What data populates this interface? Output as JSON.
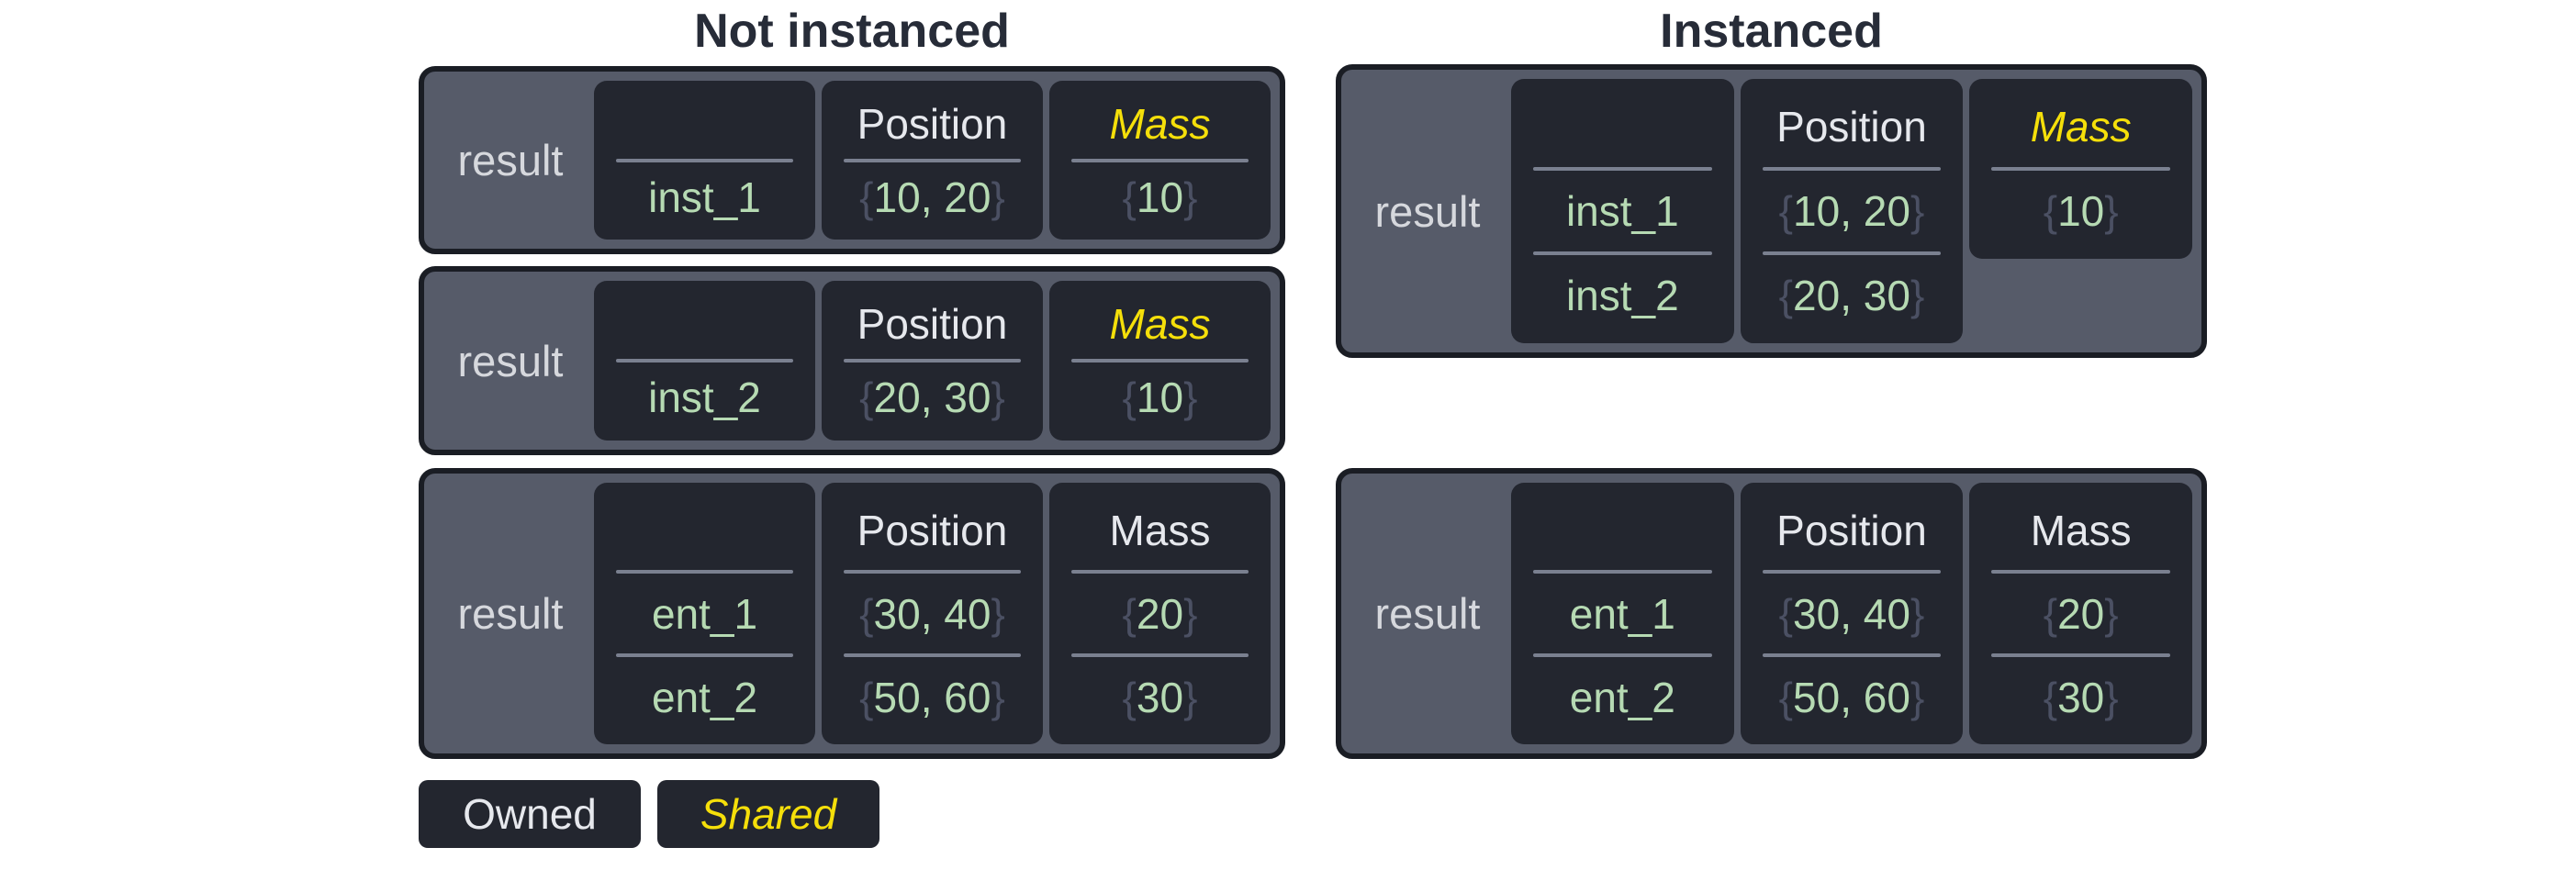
{
  "titles": {
    "not_instanced": "Not instanced",
    "instanced": "Instanced"
  },
  "syntax": {
    "brace_open": "{",
    "brace_close": "}"
  },
  "legend": {
    "owned_label": "Owned",
    "shared_label": "Shared"
  },
  "colors": {
    "page_background": "#ffffff",
    "table_background": "#565b69",
    "table_border": "#1a1d24",
    "cell_background": "#23262f",
    "divider": "#7a8090",
    "header_text": "#e6e8ed",
    "row_label_text": "#d6d8dd",
    "owned_value_green": "#b6dab3",
    "brace_gray": "#4b5063",
    "shared_yellow": "#f5df0a",
    "title_text": "#272c38"
  },
  "tables": {
    "nt1": {
      "label": "result",
      "cols": {
        "name": {
          "header": "",
          "r0": "inst_1"
        },
        "pos": {
          "header": "Position",
          "r0": "10, 20"
        },
        "mass": {
          "header": "Mass",
          "r0": "10",
          "shared": true
        }
      }
    },
    "nt2": {
      "label": "result",
      "cols": {
        "name": {
          "header": "",
          "r0": "inst_2"
        },
        "pos": {
          "header": "Position",
          "r0": "20, 30"
        },
        "mass": {
          "header": "Mass",
          "r0": "10",
          "shared": true
        }
      }
    },
    "nt3": {
      "label": "result",
      "cols": {
        "name": {
          "header": "",
          "r0": "ent_1",
          "r1": "ent_2"
        },
        "pos": {
          "header": "Position",
          "r0": "30, 40",
          "r1": "50, 60"
        },
        "mass": {
          "header": "Mass",
          "r0": "20",
          "r1": "30",
          "shared": false
        }
      }
    },
    "it1": {
      "label": "result",
      "cols": {
        "name": {
          "header": "",
          "r0": "inst_1",
          "r1": "inst_2"
        },
        "pos": {
          "header": "Position",
          "r0": "10, 20",
          "r1": "20, 30"
        },
        "mass": {
          "header": "Mass",
          "r0": "10",
          "shared": true
        }
      }
    },
    "it2": {
      "label": "result",
      "cols": {
        "name": {
          "header": "",
          "r0": "ent_1",
          "r1": "ent_2"
        },
        "pos": {
          "header": "Position",
          "r0": "30, 40",
          "r1": "50, 60"
        },
        "mass": {
          "header": "Mass",
          "r0": "20",
          "r1": "30",
          "shared": false
        }
      }
    }
  }
}
